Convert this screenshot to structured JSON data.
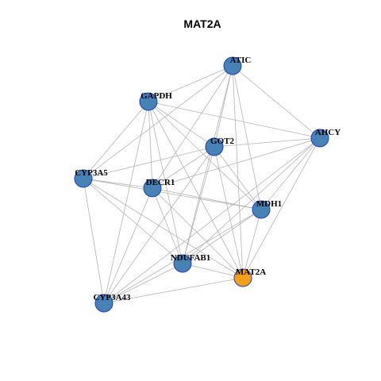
{
  "title": "MAT2A",
  "colors": {
    "node_default": "#4682b4",
    "node_highlight": "#f5a01a",
    "node_border": "#1f3fbf",
    "edge": "#b3b3b3"
  },
  "nodes": [
    {
      "id": "ATIC",
      "label": "ATIC",
      "highlight": false
    },
    {
      "id": "GAPDH",
      "label": "GAPDH",
      "highlight": false
    },
    {
      "id": "AHCY",
      "label": "AHCY",
      "highlight": false
    },
    {
      "id": "GOT2",
      "label": "GOT2",
      "highlight": false
    },
    {
      "id": "CYP3A5",
      "label": "CYP3A5",
      "highlight": false
    },
    {
      "id": "DECR1",
      "label": "DECR1",
      "highlight": false
    },
    {
      "id": "MDH1",
      "label": "MDH1",
      "highlight": false
    },
    {
      "id": "NDUFAB1",
      "label": "NDUFAB1",
      "highlight": false
    },
    {
      "id": "MAT2A",
      "label": "MAT2A",
      "highlight": true
    },
    {
      "id": "CYP3A43",
      "label": "CYP3A43",
      "highlight": false
    }
  ],
  "edges": [
    [
      "ATIC",
      "GAPDH"
    ],
    [
      "ATIC",
      "AHCY"
    ],
    [
      "ATIC",
      "GOT2"
    ],
    [
      "ATIC",
      "CYP3A5"
    ],
    [
      "ATIC",
      "DECR1"
    ],
    [
      "ATIC",
      "MDH1"
    ],
    [
      "ATIC",
      "NDUFAB1"
    ],
    [
      "ATIC",
      "MAT2A"
    ],
    [
      "GAPDH",
      "GOT2"
    ],
    [
      "GAPDH",
      "AHCY"
    ],
    [
      "GAPDH",
      "CYP3A5"
    ],
    [
      "GAPDH",
      "DECR1"
    ],
    [
      "GAPDH",
      "MDH1"
    ],
    [
      "GAPDH",
      "NDUFAB1"
    ],
    [
      "GAPDH",
      "MAT2A"
    ],
    [
      "GAPDH",
      "CYP3A43"
    ],
    [
      "AHCY",
      "GOT2"
    ],
    [
      "AHCY",
      "DECR1"
    ],
    [
      "AHCY",
      "MDH1"
    ],
    [
      "AHCY",
      "NDUFAB1"
    ],
    [
      "AHCY",
      "MAT2A"
    ],
    [
      "AHCY",
      "CYP3A43"
    ],
    [
      "GOT2",
      "CYP3A5"
    ],
    [
      "GOT2",
      "DECR1"
    ],
    [
      "GOT2",
      "MDH1"
    ],
    [
      "GOT2",
      "NDUFAB1"
    ],
    [
      "GOT2",
      "MAT2A"
    ],
    [
      "GOT2",
      "CYP3A43"
    ],
    [
      "CYP3A5",
      "DECR1"
    ],
    [
      "CYP3A5",
      "MDH1"
    ],
    [
      "CYP3A5",
      "NDUFAB1"
    ],
    [
      "CYP3A5",
      "MAT2A"
    ],
    [
      "CYP3A5",
      "CYP3A43"
    ],
    [
      "DECR1",
      "MDH1"
    ],
    [
      "DECR1",
      "NDUFAB1"
    ],
    [
      "DECR1",
      "MAT2A"
    ],
    [
      "DECR1",
      "CYP3A43"
    ],
    [
      "MDH1",
      "NDUFAB1"
    ],
    [
      "MDH1",
      "MAT2A"
    ],
    [
      "MDH1",
      "CYP3A43"
    ],
    [
      "NDUFAB1",
      "MAT2A"
    ],
    [
      "NDUFAB1",
      "CYP3A43"
    ],
    [
      "MAT2A",
      "CYP3A43"
    ]
  ]
}
